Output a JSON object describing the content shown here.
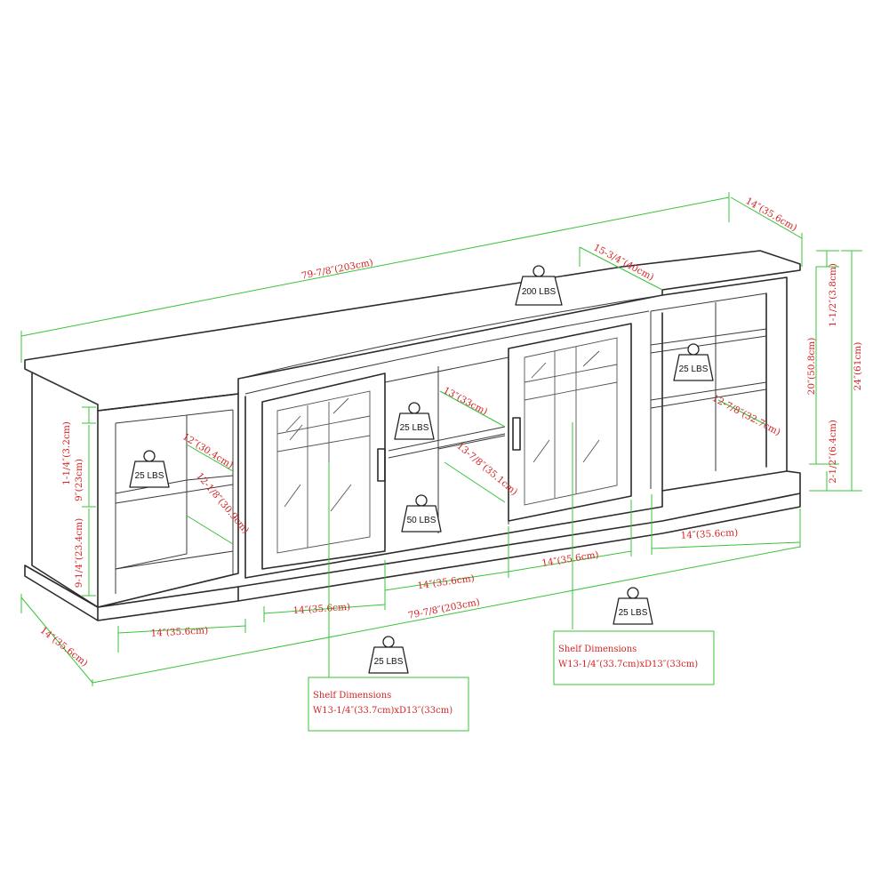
{
  "dimensions": {
    "total_width": "79-7/8″(203cm)",
    "top_depth": "14″(35.6cm)",
    "center_top_depth": "15-3/4″(40cm)",
    "top_thickness": "1-1/2″(3.8cm)",
    "side_shelf_height": "20″(50.8cm)",
    "total_height": "24″(61cm)",
    "base_height": "2-1/2″(6.4cm)",
    "right_shelf_depth": "12-7/8″(32.7cm)",
    "left_top_thickness": "1-1/4″(3.2cm)",
    "left_upper_opening": "9″(23cm)",
    "left_lower_opening": "9-1/4″(23.4cm)",
    "left_shelf_depth": "12″(30.4cm)",
    "left_lower_depth": "12-1/8″(30.9cm)",
    "center_shelf_depth": "13″(33cm)",
    "center_lower_depth": "13-7/8″(35.1cm)",
    "base_depth_left": "14″(35.6cm)",
    "section_left": "14″(35.6cm)",
    "section_door_left": "14″(35.6cm)",
    "section_center": "14″(35.6cm)",
    "section_door_right": "14″(35.6cm)",
    "section_right": "14″(35.6cm)",
    "bottom_total_width": "79-7/8″(203cm)"
  },
  "weights": {
    "top": "200 LBS",
    "right_shelf": "25 LBS",
    "center_upper_shelf": "25 LBS",
    "left_shelf": "25 LBS",
    "center_lower_shelf": "50 LBS",
    "left_door_shelf": "25 LBS",
    "right_door_shelf": "25 LBS"
  },
  "shelf_boxes": {
    "left": {
      "title": "Shelf Dimensions",
      "size": "W13-1/4″(33.7cm)xD13″(33cm)"
    },
    "right": {
      "title": "Shelf Dimensions",
      "size": "W13-1/4″(33.7cm)xD13″(33cm)"
    }
  },
  "icons": {
    "weight": "kettlebell-weight-icon"
  },
  "colors": {
    "dimension_line": "#39c339",
    "dimension_text": "#d42323",
    "drawing_line": "#2b2b2b"
  }
}
